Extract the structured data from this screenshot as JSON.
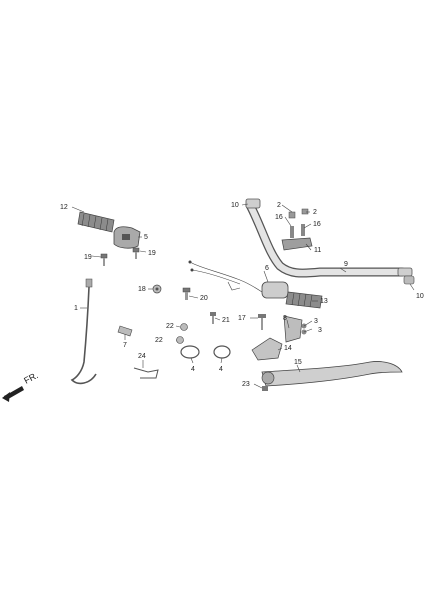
{
  "direction_label": "FR.",
  "callouts": {
    "c1": "1",
    "c2": "2",
    "c2b": "2",
    "c3": "3",
    "c3b": "3",
    "c4a": "4",
    "c4b": "4",
    "c5": "5",
    "c6": "6",
    "c7": "7",
    "c8": "8",
    "c9": "9",
    "c10a": "10",
    "c10b": "10",
    "c11": "11",
    "c12": "12",
    "c13": "13",
    "c14": "14",
    "c15": "15",
    "c16a": "16",
    "c16b": "16",
    "c17": "17",
    "c18": "18",
    "c19a": "19",
    "c19b": "19",
    "c20": "20",
    "c21": "21",
    "c22a": "22",
    "c22b": "22",
    "c23": "23",
    "c24": "24"
  },
  "colors": {
    "line": "#444444",
    "part_fill": "#d6d6d6",
    "part_dark": "#6e6e6e",
    "text": "#222222"
  }
}
